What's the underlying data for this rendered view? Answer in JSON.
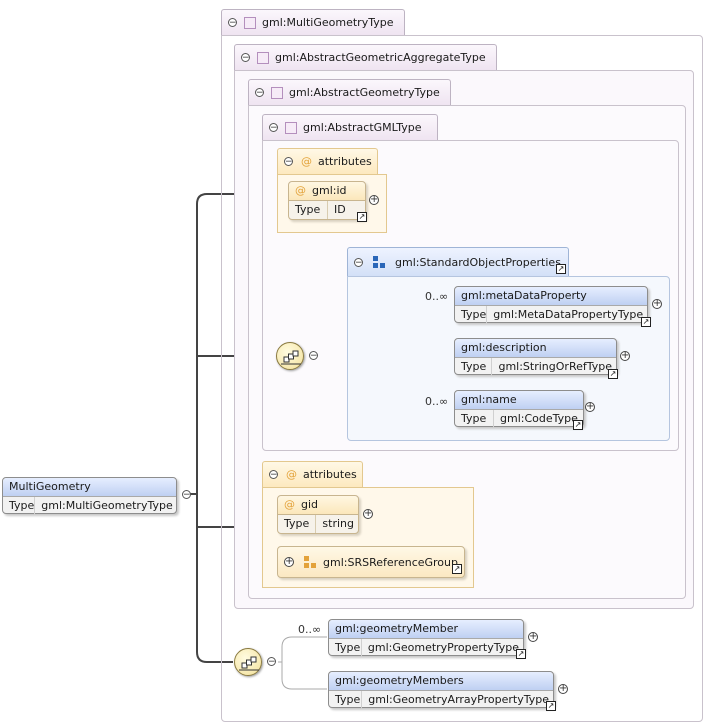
{
  "diagram": {
    "root_element": {
      "name": "MultiGeometry",
      "type_label": "Type",
      "type": "gml:MultiGeometryType"
    },
    "types": {
      "multi": "gml:MultiGeometryType",
      "aggregate": "gml:AbstractGeometricAggregateType",
      "geometry": "gml:AbstractGeometryType",
      "gml": "gml:AbstractGMLType"
    },
    "attributes_label": "attributes",
    "gml_id": {
      "name": "gml:id",
      "type_label": "Type",
      "type": "ID"
    },
    "standard_props": "gml:StandardObjectProperties",
    "meta": {
      "name": "gml:metaDataProperty",
      "type_label": "Type",
      "type": "gml:MetaDataPropertyType",
      "occurrence": "0..∞"
    },
    "description": {
      "name": "gml:description",
      "type_label": "Type",
      "type": "gml:StringOrRefType"
    },
    "gml_name": {
      "name": "gml:name",
      "type_label": "Type",
      "type": "gml:CodeType",
      "occurrence": "0..∞"
    },
    "gid": {
      "name": "gid",
      "type_label": "Type",
      "type": "string"
    },
    "srs_group": "gml:SRSReferenceGroup",
    "geom_member": {
      "name": "gml:geometryMember",
      "type_label": "Type",
      "type": "gml:GeometryPropertyType",
      "occurrence": "0..∞"
    },
    "geom_members": {
      "name": "gml:geometryMembers",
      "type_label": "Type",
      "type": "gml:GeometryArrayPropertyType"
    }
  }
}
